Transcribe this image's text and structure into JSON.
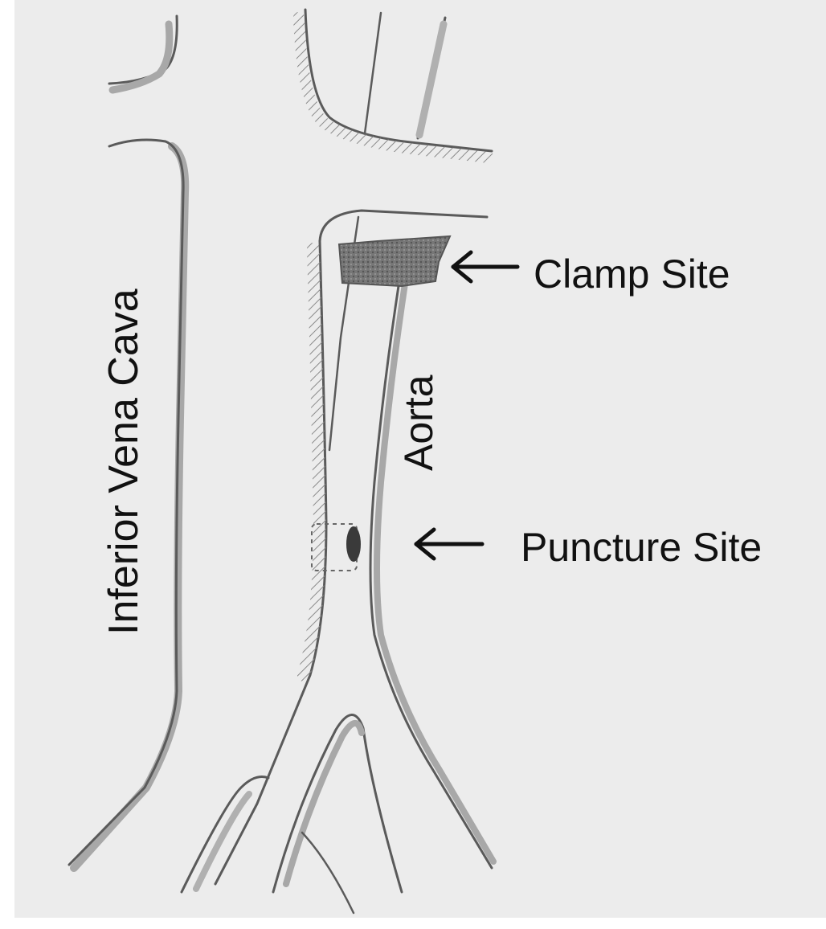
{
  "labels": {
    "vena_cava": "Inferior Vena Cava",
    "aorta": "Aorta",
    "clamp_site": "Clamp Site",
    "puncture_site": "Puncture Site"
  },
  "colors": {
    "paper": "#ececec",
    "pencil": "#5a5a5a",
    "shading": "#9a9a9a",
    "clamp": "#707070",
    "text": "#111111"
  }
}
